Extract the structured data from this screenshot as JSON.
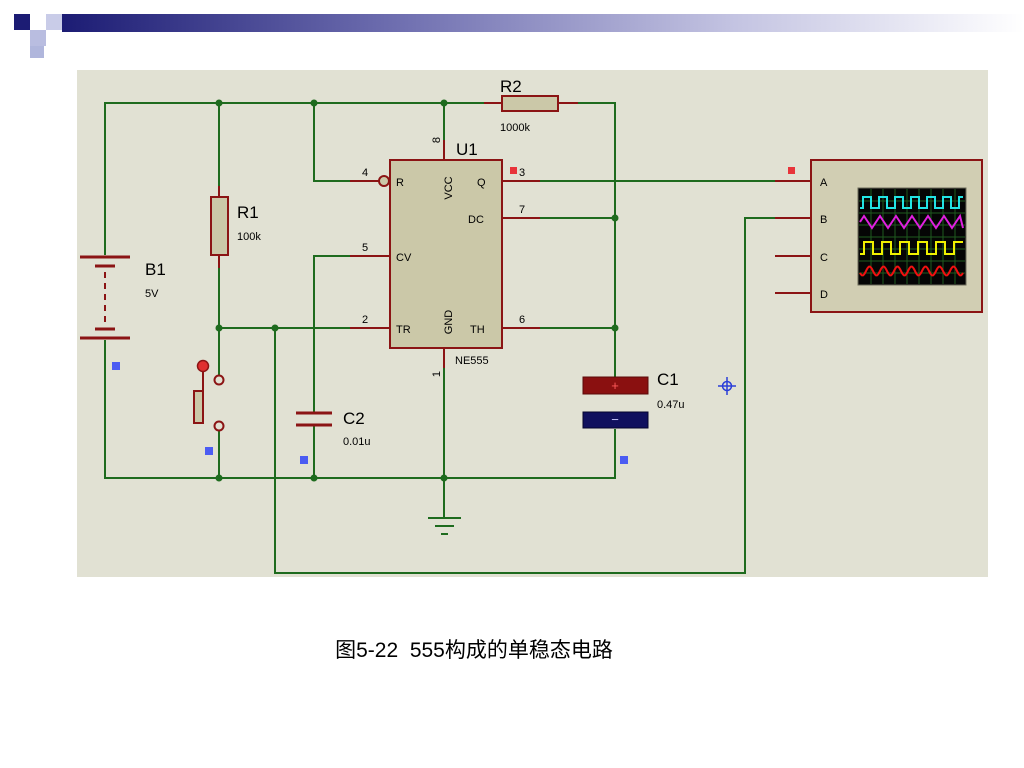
{
  "caption": "图5-22  555构成的单稳态电路",
  "schematic": {
    "battery": {
      "ref": "B1",
      "value": "5V"
    },
    "r1": {
      "ref": "R1",
      "value": "100k"
    },
    "r2": {
      "ref": "R2",
      "value": "1000k"
    },
    "c1": {
      "ref": "C1",
      "value": "0.47u",
      "plus": "+",
      "minus": "−"
    },
    "c2": {
      "ref": "C2",
      "value": "0.01u"
    },
    "u1": {
      "ref": "U1",
      "part": "NE555",
      "pins": {
        "reset": {
          "number": "4",
          "name": "R"
        },
        "control": {
          "number": "5",
          "name": "CV"
        },
        "trigger": {
          "number": "2",
          "name": "TR"
        },
        "vcc": {
          "number": "8",
          "name": "VCC"
        },
        "gnd": {
          "number": "1",
          "name": "GND"
        },
        "output": {
          "number": "3",
          "name": "Q"
        },
        "discharge": {
          "number": "7",
          "name": "DC"
        },
        "threshold": {
          "number": "6",
          "name": "TH"
        }
      }
    },
    "oscilloscope": {
      "channels": [
        "A",
        "B",
        "C",
        "D"
      ]
    }
  },
  "icons": {
    "voltage_probe": "crosshair-icon"
  },
  "colors": {
    "wire": "#1e6b1e",
    "component_outline": "#8b1414",
    "component_fill": "#cbc8a8",
    "schematic_background": "#e1e1d3",
    "pin_marker": "#4b5cf2",
    "header_bar": "#1c1c74",
    "capacitor_positive_plate": "#8a1010",
    "capacitor_negative_plate": "#10105e",
    "trace_a": "#22e4e4",
    "trace_b": "#e020e0",
    "trace_c": "#f0f000",
    "trace_d": "#f01010"
  }
}
